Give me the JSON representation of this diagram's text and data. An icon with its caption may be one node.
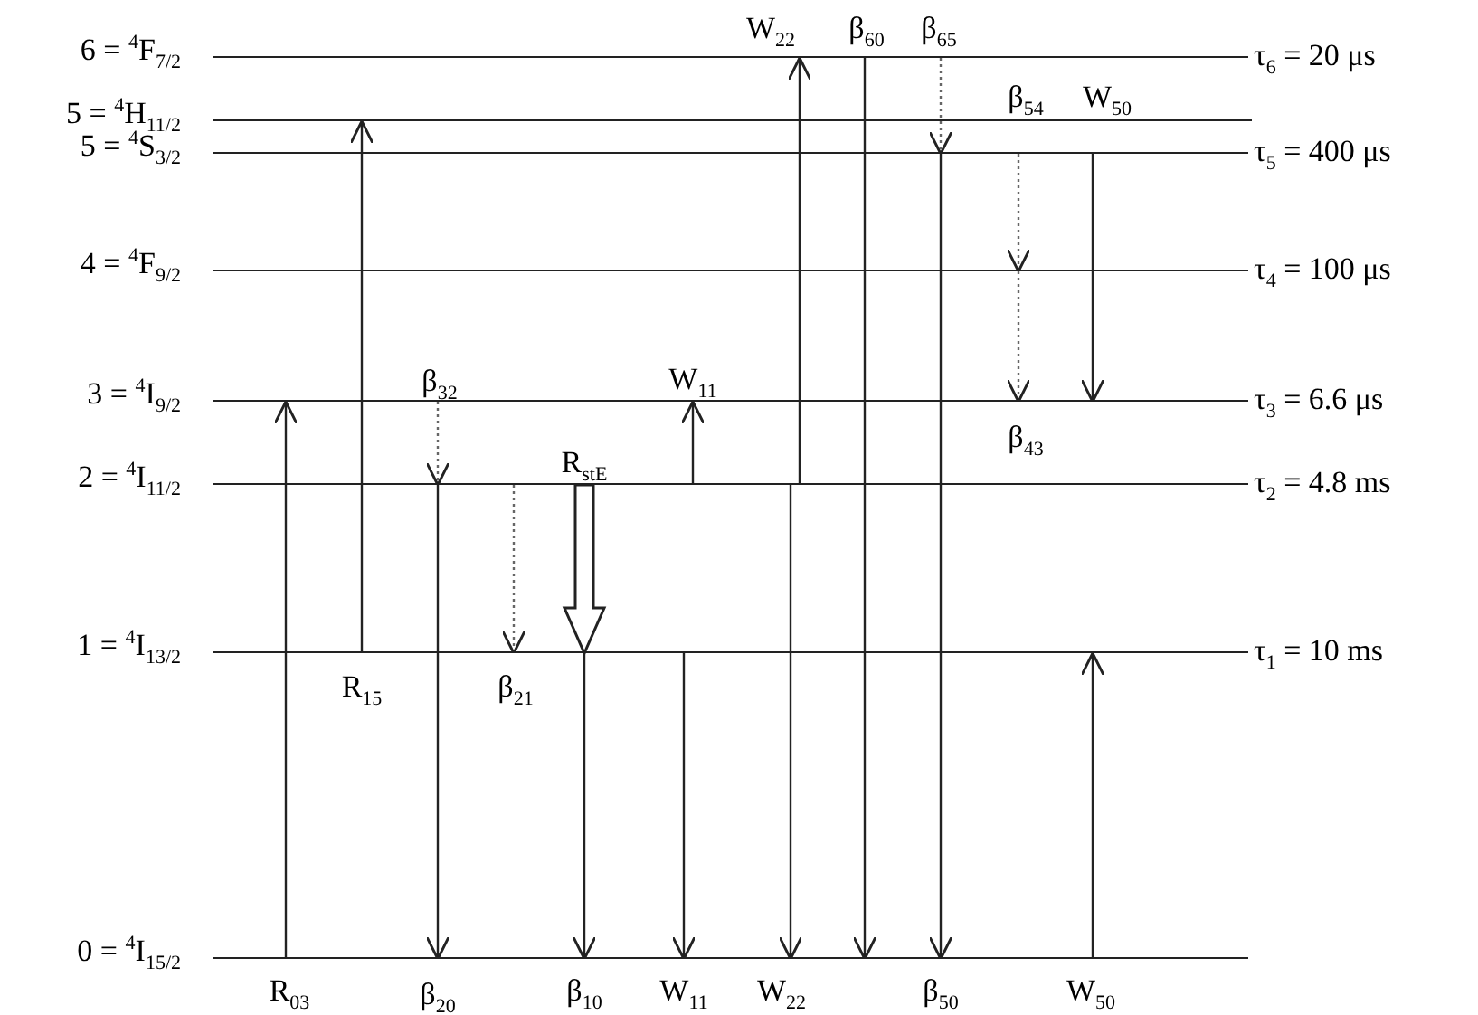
{
  "diagram": {
    "nodes": [
      {
        "text": [
          "6 = $^{4}$F$_{7/2}$"
        ],
        "beside": [
          "τ$_{6}$ = 20 μs"
        ]
      },
      {
        "text": [
          "5 = $^{4}$H$_{11/2}$"
        ]
      },
      {
        "text": [
          "5 = $^{4}$S$_{3/2}$"
        ],
        "beside": [
          "τ$_{5}$ = 400 μs"
        ]
      },
      {
        "text": [
          "4 = $^{4}$F$_{9/2}$"
        ],
        "beside": [
          "τ$_{4}$ = 100 μs"
        ]
      },
      {
        "text": [
          "3 = $^{4}$I$_{9/2}$"
        ],
        "beside": [
          "τ$_{3}$ = 6.6 μs"
        ]
      },
      {
        "text": [
          "2 = $^{4}$I$_{11/2}$"
        ],
        "beside": [
          "τ$_{2}$ = 4.8 ms"
        ]
      },
      {
        "text": [
          "1 = $^{4}$I$_{13/2}$"
        ],
        "beside": [
          "τ$_{1}$ = 10 ms"
        ]
      },
      {
        "text": [
          "0 = $^{4}$I$_{15/2}$"
        ]
      }
    ],
    "edges": [
      {
        "from": 7,
        "to": 4,
        "arrow": "to",
        "label": "R$_{03}$"
      },
      {
        "from": 6,
        "to": 1,
        "arrow": "to",
        "label": "R$_{15}$"
      },
      {
        "from": 4,
        "to": 5,
        "arrow": "to",
        "label": "β$_{32}$",
        "style": "dashed"
      },
      {
        "from": 5,
        "to": 7,
        "arrow": "to",
        "label": "β$_{20}$"
      },
      {
        "from": 5,
        "to": 6,
        "arrow": "to",
        "label": "β$_{21}$",
        "style": "dashed"
      },
      {
        "from": 5,
        "to": 6,
        "arrow": "to",
        "label": "R$_{stE}$",
        "style": "thick"
      },
      {
        "from": 6,
        "to": 7,
        "arrow": "to",
        "label": "β$_{10}$"
      },
      {
        "from": 5,
        "to": 4,
        "arrow": "to",
        "label": "W$_{11}$"
      },
      {
        "from": 6,
        "to": 7,
        "arrow": "to",
        "label": "W$_{11}$"
      },
      {
        "from": 5,
        "to": 0,
        "arrow": "to",
        "label": "W$_{22}$"
      },
      {
        "from": 5,
        "to": 7,
        "arrow": "to",
        "label": "W$_{22}$"
      },
      {
        "from": 0,
        "to": 7,
        "arrow": "to",
        "label": "β$_{60}$"
      },
      {
        "from": 0,
        "to": 2,
        "arrow": "to",
        "label": "β$_{65}$",
        "style": "dashed"
      },
      {
        "from": 2,
        "to": 7,
        "arrow": "to",
        "label": "β$_{50}$"
      },
      {
        "from": 2,
        "to": 3,
        "arrow": "to",
        "label": "β$_{54}$",
        "style": "dashed"
      },
      {
        "from": 3,
        "to": 4,
        "arrow": "to",
        "label": "β$_{43}$",
        "style": "dashed"
      },
      {
        "from": 2,
        "to": 4,
        "arrow": "to",
        "label": "W$_{50}$"
      },
      {
        "from": 7,
        "to": 6,
        "arrow": "to",
        "label": "W$_{50}$"
      }
    ]
  }
}
